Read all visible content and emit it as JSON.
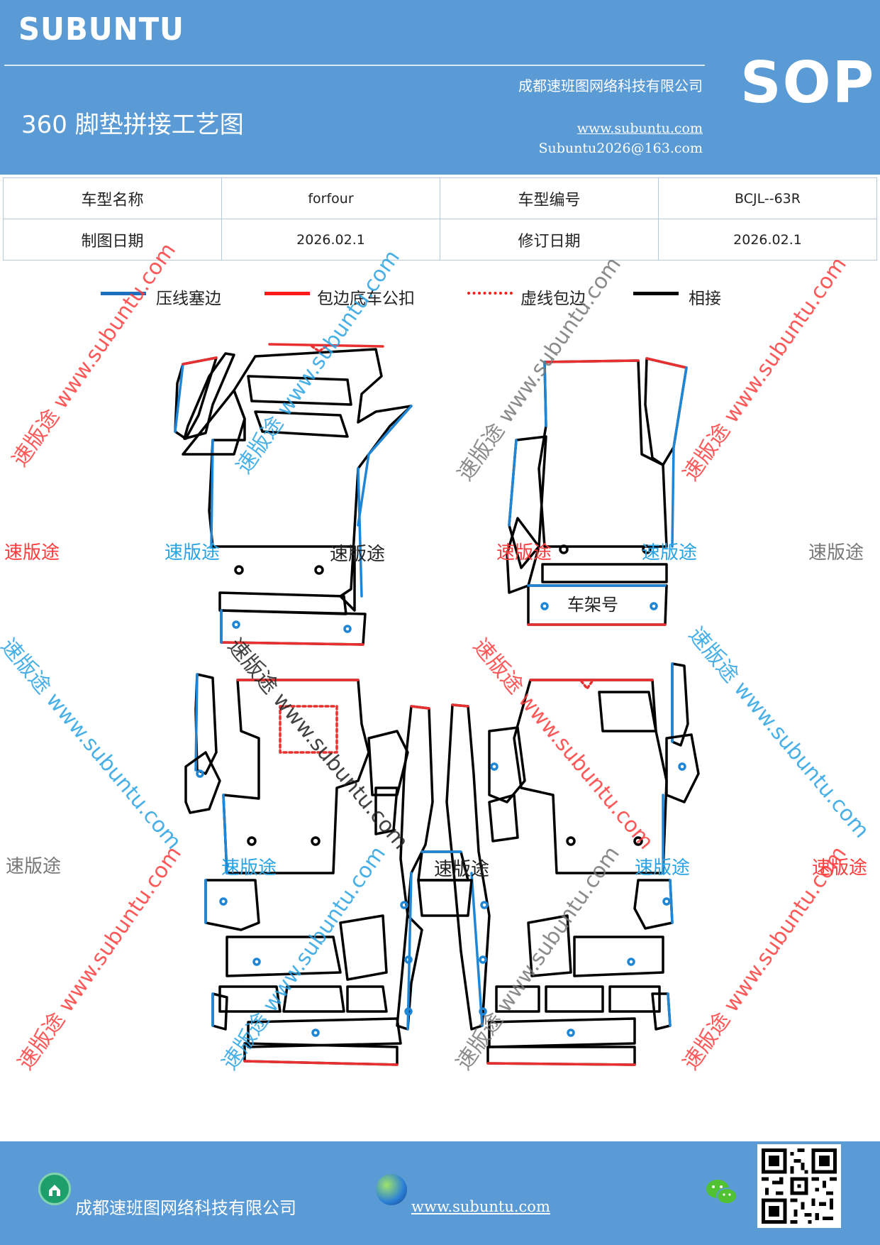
{
  "header": {
    "brand": "SUBUNTU",
    "sop": "SOP",
    "company": "成都速班图网络科技有限公司",
    "title": "360 脚垫拼接工艺图",
    "website": "www.subuntu.com",
    "email": "Subuntu2026@163.com"
  },
  "info": {
    "rows": [
      {
        "label1": "车型名称",
        "value1": "forfour",
        "label2": "车型编号",
        "value2": "BCJL--63R"
      },
      {
        "label1": "制图日期",
        "value1": "2026.02.1",
        "label2": "修订日期",
        "value2": "2026.02.1"
      }
    ]
  },
  "legend": [
    {
      "label": "压线塞边",
      "color": "#1f6fbf",
      "style": "solid"
    },
    {
      "label": "包边底车公扣",
      "color": "#ff1a1a",
      "style": "solid"
    },
    {
      "label": "虚线包边",
      "color": "#ff1a1a",
      "style": "dotted"
    },
    {
      "label": "相接",
      "color": "#000000",
      "style": "solid"
    }
  ],
  "diagram": {
    "frame_label": "车架号",
    "watermark_text": "速版途",
    "watermark_url": "速版途 www.subuntu.com"
  },
  "footer": {
    "company": "成都速班图网络科技有限公司",
    "website": "www.subuntu.com "
  },
  "icons": [
    "home-icon",
    "globe-icon",
    "wechat-icon",
    "qr-code"
  ]
}
